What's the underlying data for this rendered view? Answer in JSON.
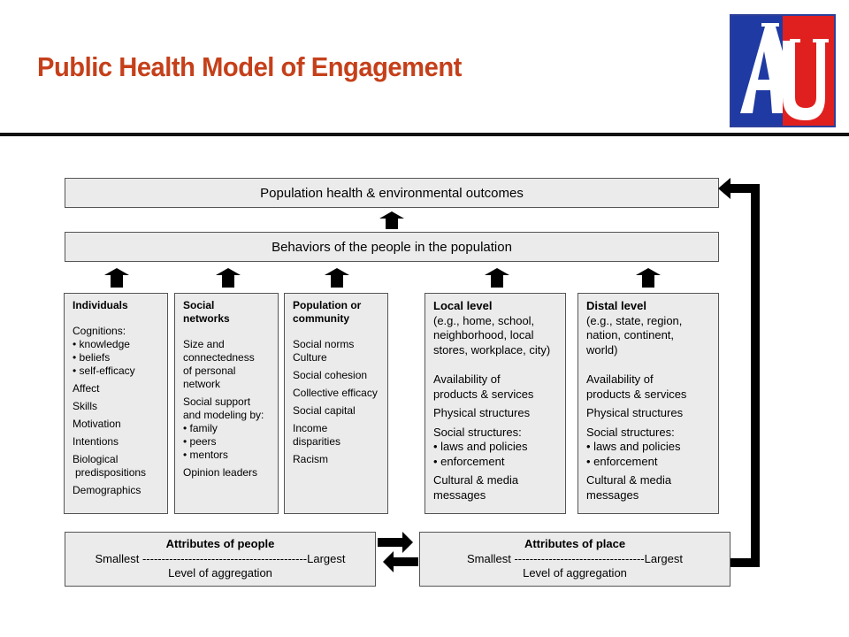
{
  "slide": {
    "title": "Public Health Model of Engagement",
    "title_color": "#c5401a",
    "rule_color": "#111111"
  },
  "logo": {
    "blue": "#1f3aa3",
    "red": "#e0201f"
  },
  "diagram": {
    "box_fill": "#ebebeb",
    "top_bar": "Population health & environmental outcomes",
    "behavior_bar": "Behaviors of the people in the population",
    "columns": {
      "individuals": {
        "heading": "Individuals",
        "items": [
          "Cognitions:",
          "• knowledge",
          "• beliefs",
          "• self-efficacy",
          "Affect",
          "Skills",
          "Motivation",
          "Intentions",
          "Biological",
          "predispositions",
          "Demographics"
        ]
      },
      "social": {
        "heading_1": "Social",
        "heading_2": "networks",
        "items": [
          "Size and",
          "connectedness",
          "of personal",
          "network",
          "Social support",
          "and modeling by:",
          "• family",
          "• peers",
          "• mentors",
          "Opinion leaders"
        ]
      },
      "community": {
        "heading_1": "Population or",
        "heading_2": "community",
        "items": [
          "Social norms",
          "Culture",
          "Social cohesion",
          "Collective efficacy",
          "Social capital",
          "Income",
          "disparities",
          "Racism"
        ]
      },
      "local": {
        "heading": "Local level",
        "subheading": [
          "(e.g., home, school,",
          "neighborhood, local",
          "stores, workplace, city)"
        ],
        "items": [
          "Availability of",
          "products & services",
          "Physical structures",
          "Social structures:",
          "• laws and policies",
          "• enforcement",
          "Cultural & media",
          "messages"
        ]
      },
      "distal": {
        "heading": "Distal level",
        "subheading": [
          "(e.g., state, region,",
          "nation, continent,",
          "world)"
        ],
        "items": [
          "Availability of",
          "products & services",
          "Physical structures",
          "Social structures:",
          "• laws and policies",
          "• enforcement",
          "Cultural & media",
          "messages"
        ]
      }
    },
    "attributes_people": {
      "heading": "Attributes of people",
      "scale": "Smallest -------------------------------------------Largest",
      "caption": "Level of aggregation"
    },
    "attributes_place": {
      "heading": "Attributes of place",
      "scale": "Smallest ----------------------------------Largest",
      "caption": "Level of aggregation"
    }
  }
}
